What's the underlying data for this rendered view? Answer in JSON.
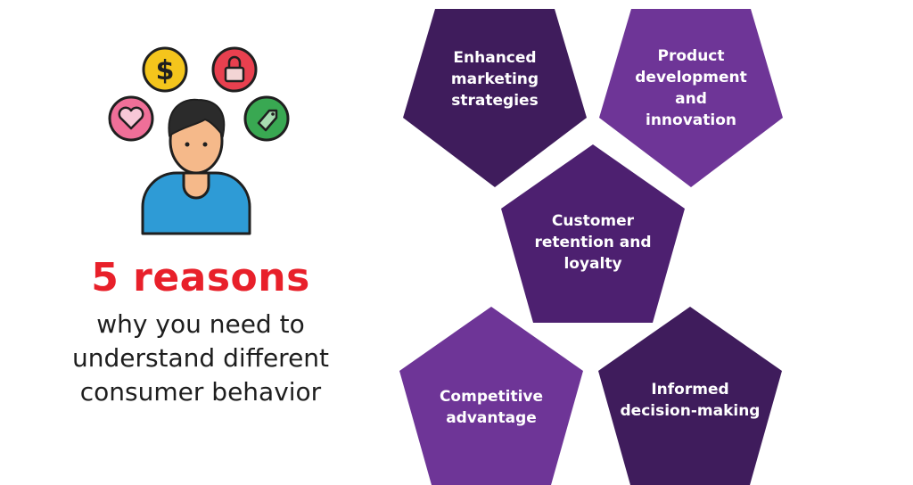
{
  "headline": "5 reasons",
  "subhead_lines": [
    "why you need to",
    "understand different",
    "consumer behavior"
  ],
  "reasons": [
    {
      "lines": [
        "Enhanced",
        "marketing",
        "strategies"
      ],
      "color": "#3f1c5c"
    },
    {
      "lines": [
        "Product",
        "development",
        "and",
        "innovation"
      ],
      "color": "#6e3597"
    },
    {
      "lines": [
        "Customer",
        "retention and",
        "loyalty"
      ],
      "color": "#4d2070"
    },
    {
      "lines": [
        "Competitive",
        "advantage"
      ],
      "color": "#6e3597"
    },
    {
      "lines": [
        "Informed",
        "decision-making"
      ],
      "color": "#3f1c5c"
    }
  ],
  "icons": [
    "dollar-icon",
    "lock-icon",
    "heart-icon",
    "tag-icon",
    "person-icon"
  ]
}
